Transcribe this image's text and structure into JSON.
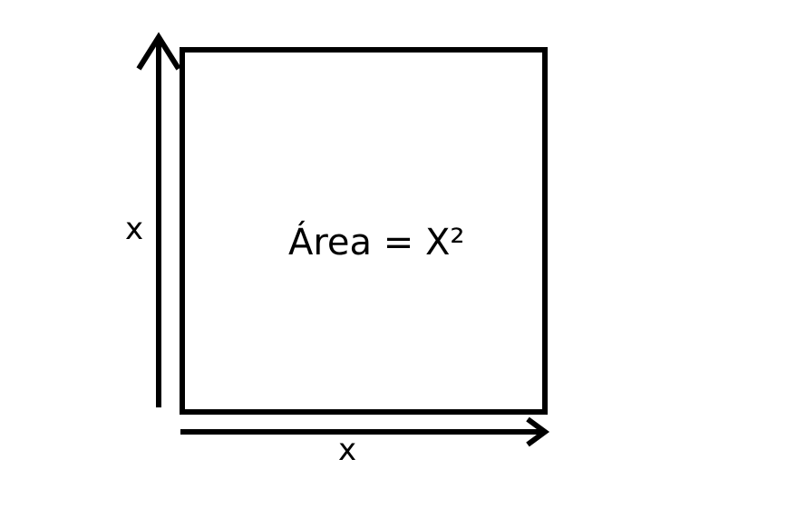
{
  "diagram": {
    "left_side_label": "x",
    "bottom_side_label": "x",
    "area_formula": "Área = X²"
  },
  "colors": {
    "stroke": "#000000",
    "background": "#ffffff"
  }
}
